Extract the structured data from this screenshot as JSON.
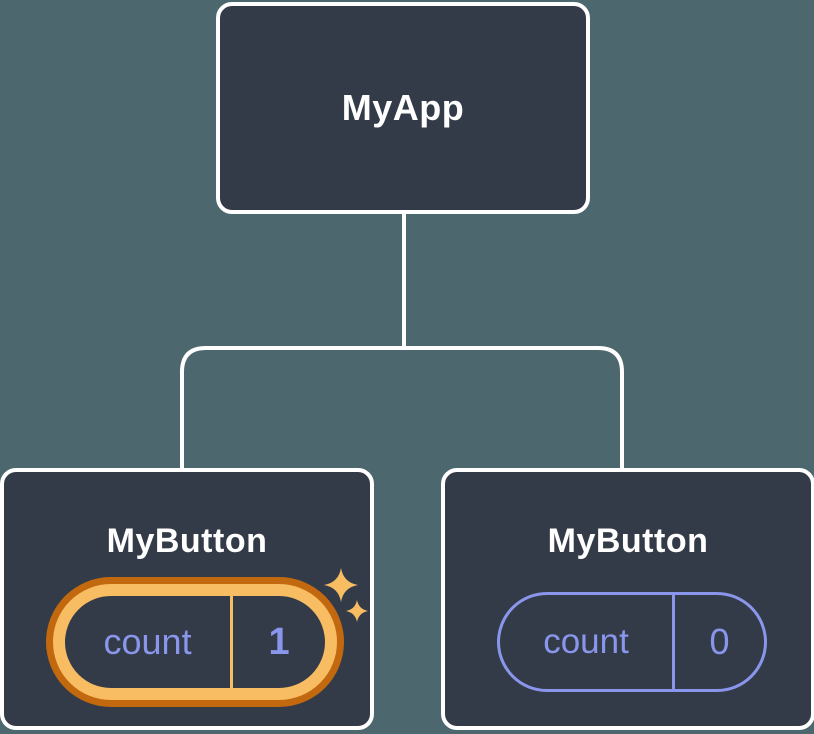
{
  "diagram": {
    "title": "react-component-tree-state-diagram",
    "colors": {
      "bg": "#4D676E",
      "node_fill": "#343B48",
      "node_border": "#FFFFFF",
      "text": "#FFFFFF",
      "lavender": "#8996EC",
      "orange_dark": "#C2690F",
      "orange_light": "#F8BC63"
    },
    "root": {
      "label": "MyApp"
    },
    "children": [
      {
        "label": "MyButton",
        "state": {
          "name": "count",
          "value": "1"
        },
        "highlighted": true
      },
      {
        "label": "MyButton",
        "state": {
          "name": "count",
          "value": "0"
        },
        "highlighted": false
      }
    ]
  }
}
